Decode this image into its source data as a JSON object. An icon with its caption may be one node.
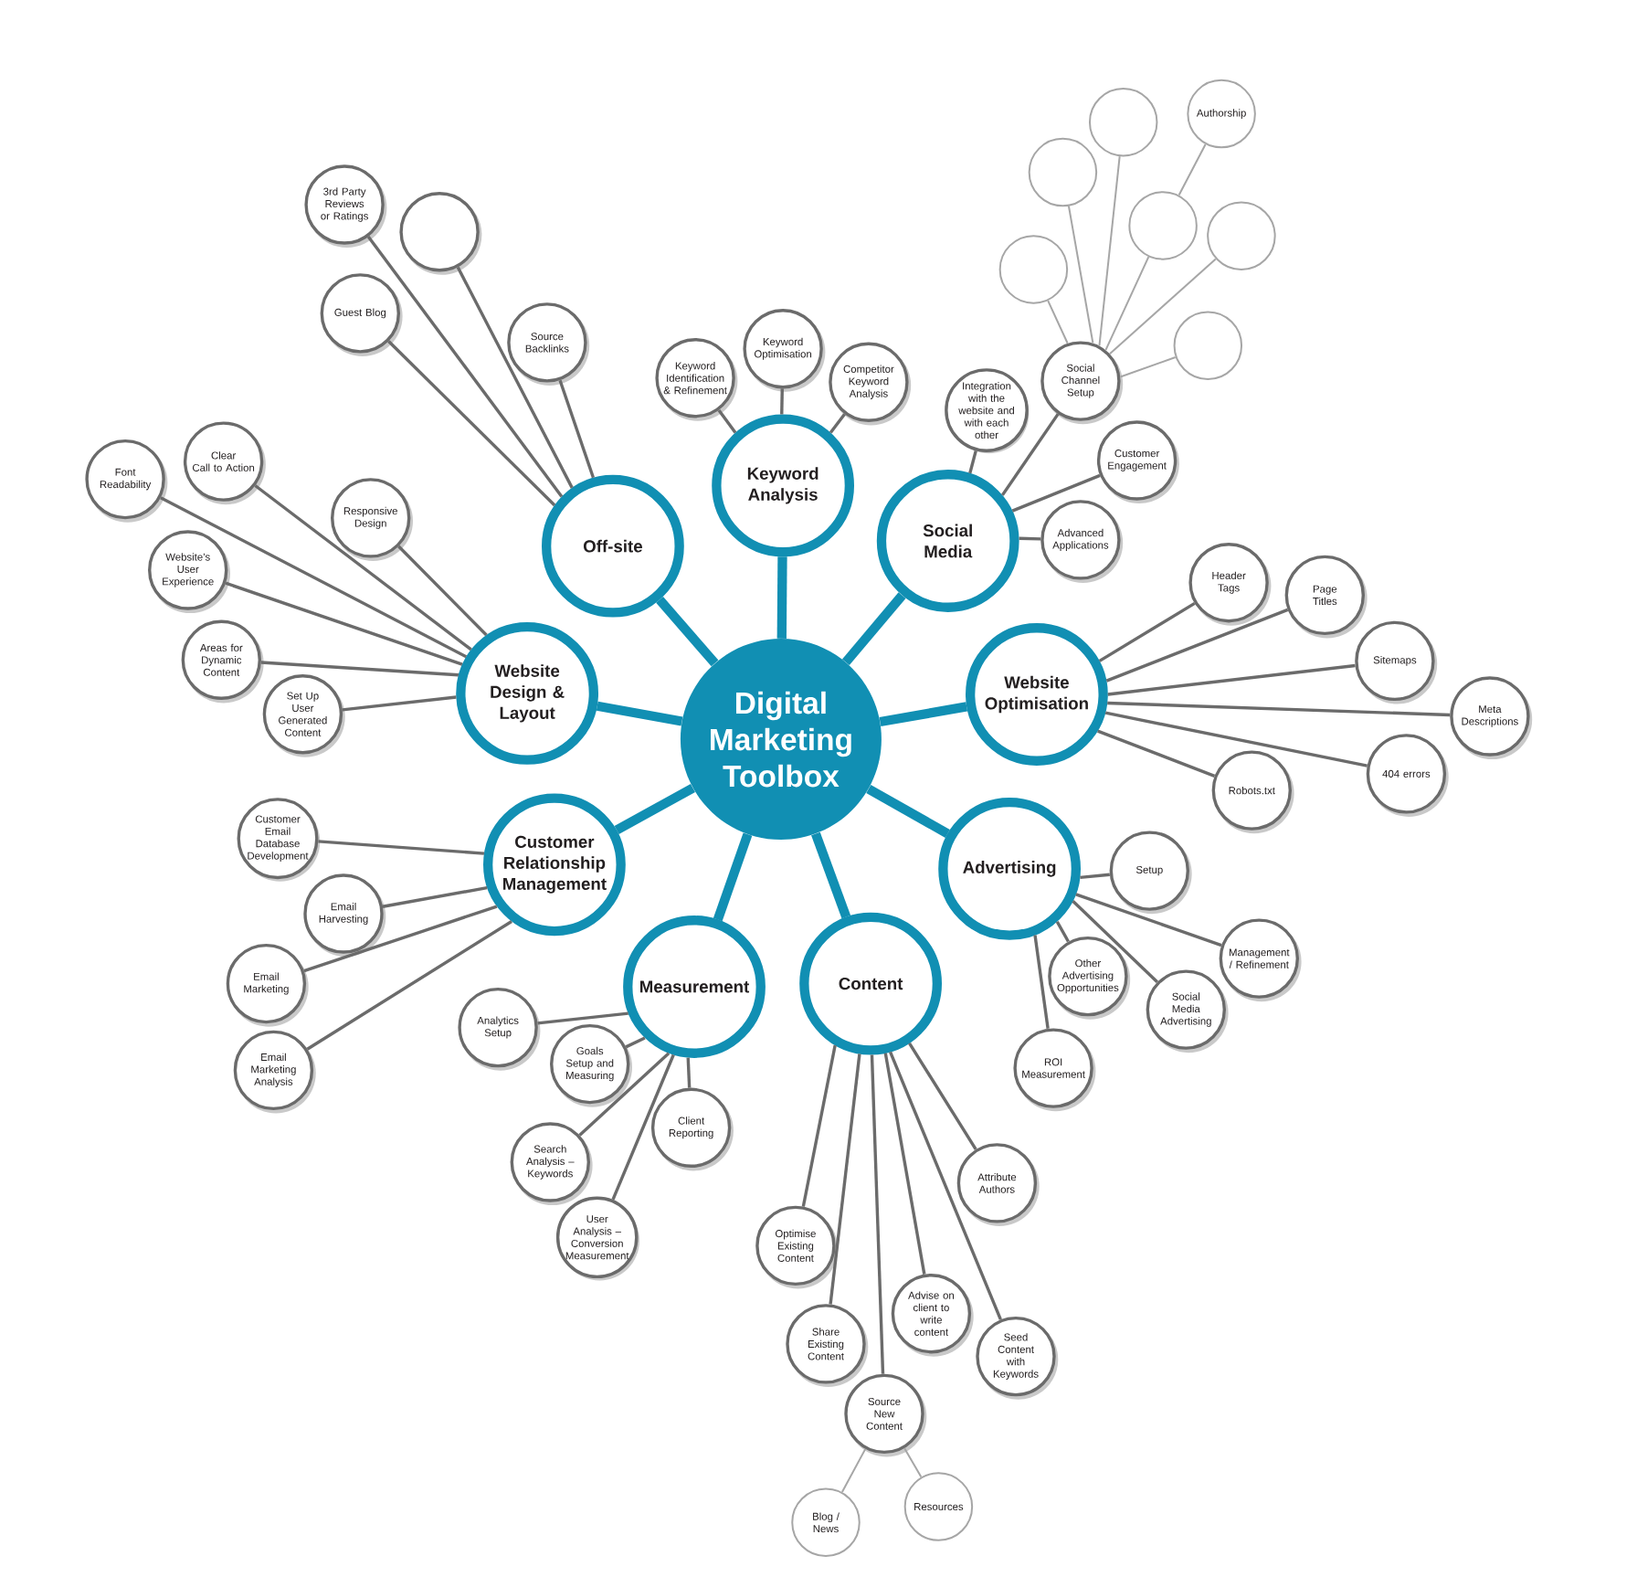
{
  "diagram": {
    "nodes": [
      {
        "text": [
          "Digital Marketing Toolbox"
        ]
      },
      {
        "text": [
          "Off-site"
        ]
      },
      {
        "text": [
          "Keyword Analysis"
        ]
      },
      {
        "text": [
          "Social Media"
        ]
      },
      {
        "text": [
          "Website Optimisation"
        ]
      },
      {
        "text": [
          "Advertising"
        ]
      },
      {
        "text": [
          "Content"
        ]
      },
      {
        "text": [
          "Measurement"
        ]
      },
      {
        "text": [
          "Customer Relationship Management"
        ]
      },
      {
        "text": [
          "Website Design & Layout"
        ]
      },
      {
        "text": [
          "3rd Party Reviews or Ratings"
        ]
      },
      {
        "text": [],
        "shape": "circle"
      },
      {
        "text": [
          "Guest Blog"
        ]
      },
      {
        "text": [
          "Source Backlinks"
        ]
      },
      {
        "text": [
          "Keyword Identification & Refinement"
        ]
      },
      {
        "text": [
          "Keyword Optimisation"
        ]
      },
      {
        "text": [
          "Competitor Keyword Analysis"
        ]
      },
      {
        "text": [
          "Integration with the website and with each other"
        ]
      },
      {
        "text": [
          "Social Channel Setup"
        ]
      },
      {
        "text": [],
        "shape": "circle"
      },
      {
        "text": [],
        "shape": "circle"
      },
      {
        "text": [],
        "shape": "circle"
      },
      {
        "text": [],
        "shape": "circle"
      },
      {
        "text": [],
        "shape": "circle"
      },
      {
        "text": [],
        "shape": "circle"
      },
      {
        "text": [
          "Authorship"
        ]
      },
      {
        "text": [
          "Customer Engagement"
        ]
      },
      {
        "text": [
          "Advanced Applications"
        ]
      },
      {
        "text": [
          "Header Tags"
        ]
      },
      {
        "text": [
          "Page Titles"
        ]
      },
      {
        "text": [
          "Sitemaps"
        ]
      },
      {
        "text": [
          "Meta Descriptions"
        ]
      },
      {
        "text": [
          "404 errors"
        ]
      },
      {
        "text": [
          "Robots.txt"
        ]
      },
      {
        "text": [
          "Setup"
        ]
      },
      {
        "text": [
          "Management / Refinement"
        ]
      },
      {
        "text": [
          "Other Advertising Opportunities"
        ]
      },
      {
        "text": [
          "Social Media Advertising"
        ]
      },
      {
        "text": [
          "ROI Measurement"
        ]
      },
      {
        "text": [
          "Attribute Authors"
        ]
      },
      {
        "text": [
          "Optimise Existing Content"
        ]
      },
      {
        "text": [
          "Advise on client to write content"
        ]
      },
      {
        "text": [
          "Share Existing Content"
        ]
      },
      {
        "text": [
          "Seed Content with Keywords"
        ]
      },
      {
        "text": [
          "Source New Content"
        ]
      },
      {
        "text": [
          "Blog / News"
        ]
      },
      {
        "text": [
          "Resources"
        ]
      },
      {
        "text": [
          "Analytics Setup"
        ]
      },
      {
        "text": [
          "Goals Setup and Measuring"
        ]
      },
      {
        "text": [
          "Client Reporting"
        ]
      },
      {
        "text": [
          "Search Analysis – Keywords"
        ]
      },
      {
        "text": [
          "User Analysis – Conversion Measurement"
        ]
      },
      {
        "text": [
          "Customer Email Database Development"
        ]
      },
      {
        "text": [
          "Email Harvesting"
        ]
      },
      {
        "text": [
          "Email Marketing"
        ]
      },
      {
        "text": [
          "Email Marketing Analysis"
        ]
      },
      {
        "text": [
          "Clear Call to Action"
        ]
      },
      {
        "text": [
          "Font Readability"
        ]
      },
      {
        "text": [
          "Responsive Design"
        ]
      },
      {
        "text": [
          "Website’s User Experience"
        ]
      },
      {
        "text": [
          "Areas for Dynamic Content"
        ]
      },
      {
        "text": [
          "Set Up User Generated Content"
        ]
      }
    ],
    "edges": [
      {
        "from": 0,
        "to": 1,
        "arrow": "none",
        "style": "thick",
        "color": "#118fb3"
      },
      {
        "from": 0,
        "to": 2,
        "arrow": "none",
        "style": "thick",
        "color": "#118fb3"
      },
      {
        "from": 0,
        "to": 3,
        "arrow": "none",
        "style": "thick",
        "color": "#118fb3"
      },
      {
        "from": 0,
        "to": 4,
        "arrow": "none",
        "style": "thick",
        "color": "#118fb3"
      },
      {
        "from": 0,
        "to": 5,
        "arrow": "none",
        "style": "thick",
        "color": "#118fb3"
      },
      {
        "from": 0,
        "to": 6,
        "arrow": "none",
        "style": "thick",
        "color": "#118fb3"
      },
      {
        "from": 0,
        "to": 7,
        "arrow": "none",
        "style": "thick",
        "color": "#118fb3"
      },
      {
        "from": 0,
        "to": 8,
        "arrow": "none",
        "style": "thick",
        "color": "#118fb3"
      },
      {
        "from": 0,
        "to": 9,
        "arrow": "none",
        "style": "thick",
        "color": "#118fb3"
      },
      {
        "from": 1,
        "to": 10,
        "arrow": "none"
      },
      {
        "from": 1,
        "to": 11,
        "arrow": "none"
      },
      {
        "from": 1,
        "to": 12,
        "arrow": "none"
      },
      {
        "from": 1,
        "to": 13,
        "arrow": "none"
      },
      {
        "from": 2,
        "to": 14,
        "arrow": "none"
      },
      {
        "from": 2,
        "to": 15,
        "arrow": "none"
      },
      {
        "from": 2,
        "to": 16,
        "arrow": "none"
      },
      {
        "from": 3,
        "to": 17,
        "arrow": "none"
      },
      {
        "from": 3,
        "to": 18,
        "arrow": "none"
      },
      {
        "from": 18,
        "to": 19,
        "arrow": "none",
        "color": "#a6a6a6"
      },
      {
        "from": 18,
        "to": 20,
        "arrow": "none",
        "color": "#a6a6a6"
      },
      {
        "from": 18,
        "to": 21,
        "arrow": "none",
        "color": "#a6a6a6"
      },
      {
        "from": 18,
        "to": 22,
        "arrow": "none",
        "color": "#a6a6a6"
      },
      {
        "from": 18,
        "to": 23,
        "arrow": "none",
        "color": "#a6a6a6"
      },
      {
        "from": 18,
        "to": 24,
        "arrow": "none",
        "color": "#a6a6a6"
      },
      {
        "from": 22,
        "to": 25,
        "arrow": "none",
        "color": "#a6a6a6"
      },
      {
        "from": 3,
        "to": 26,
        "arrow": "none"
      },
      {
        "from": 3,
        "to": 27,
        "arrow": "none"
      },
      {
        "from": 4,
        "to": 28,
        "arrow": "none"
      },
      {
        "from": 4,
        "to": 29,
        "arrow": "none"
      },
      {
        "from": 4,
        "to": 30,
        "arrow": "none"
      },
      {
        "from": 4,
        "to": 31,
        "arrow": "none"
      },
      {
        "from": 4,
        "to": 32,
        "arrow": "none"
      },
      {
        "from": 4,
        "to": 33,
        "arrow": "none"
      },
      {
        "from": 5,
        "to": 34,
        "arrow": "none"
      },
      {
        "from": 5,
        "to": 35,
        "arrow": "none"
      },
      {
        "from": 5,
        "to": 36,
        "arrow": "none"
      },
      {
        "from": 5,
        "to": 37,
        "arrow": "none"
      },
      {
        "from": 5,
        "to": 38,
        "arrow": "none"
      },
      {
        "from": 6,
        "to": 39,
        "arrow": "none"
      },
      {
        "from": 6,
        "to": 40,
        "arrow": "none"
      },
      {
        "from": 6,
        "to": 41,
        "arrow": "none"
      },
      {
        "from": 6,
        "to": 42,
        "arrow": "none"
      },
      {
        "from": 6,
        "to": 43,
        "arrow": "none"
      },
      {
        "from": 6,
        "to": 44,
        "arrow": "none"
      },
      {
        "from": 44,
        "to": 45,
        "arrow": "none",
        "color": "#a6a6a6"
      },
      {
        "from": 44,
        "to": 46,
        "arrow": "none",
        "color": "#a6a6a6"
      },
      {
        "from": 7,
        "to": 47,
        "arrow": "none"
      },
      {
        "from": 7,
        "to": 48,
        "arrow": "none"
      },
      {
        "from": 7,
        "to": 49,
        "arrow": "none"
      },
      {
        "from": 7,
        "to": 50,
        "arrow": "none"
      },
      {
        "from": 7,
        "to": 51,
        "arrow": "none"
      },
      {
        "from": 8,
        "to": 52,
        "arrow": "none"
      },
      {
        "from": 8,
        "to": 53,
        "arrow": "none"
      },
      {
        "from": 8,
        "to": 54,
        "arrow": "none"
      },
      {
        "from": 8,
        "to": 55,
        "arrow": "none"
      },
      {
        "from": 9,
        "to": 56,
        "arrow": "none"
      },
      {
        "from": 9,
        "to": 57,
        "arrow": "none"
      },
      {
        "from": 9,
        "to": 58,
        "arrow": "none"
      },
      {
        "from": 9,
        "to": 59,
        "arrow": "none"
      },
      {
        "from": 9,
        "to": 60,
        "arrow": "none"
      },
      {
        "from": 9,
        "to": 61,
        "arrow": "none"
      }
    ]
  }
}
